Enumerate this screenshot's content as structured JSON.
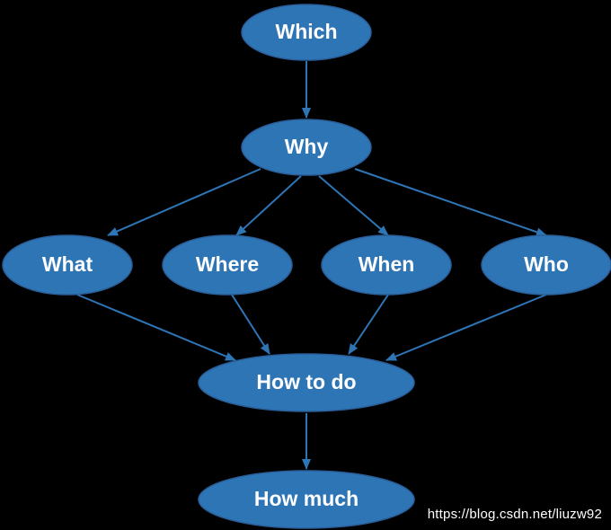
{
  "colors": {
    "background": "#000000",
    "node_fill": "#2e75b6",
    "edge": "#2e75b6",
    "label": "#ffffff"
  },
  "nodes": [
    {
      "id": "which",
      "label": "Which"
    },
    {
      "id": "why",
      "label": "Why"
    },
    {
      "id": "what",
      "label": "What"
    },
    {
      "id": "where",
      "label": "Where"
    },
    {
      "id": "when",
      "label": "When"
    },
    {
      "id": "who",
      "label": "Who"
    },
    {
      "id": "howtodo",
      "label": "How to do"
    },
    {
      "id": "howmuch",
      "label": "How much"
    }
  ],
  "edges": [
    {
      "from": "which",
      "to": "why"
    },
    {
      "from": "why",
      "to": "what"
    },
    {
      "from": "why",
      "to": "where"
    },
    {
      "from": "why",
      "to": "when"
    },
    {
      "from": "why",
      "to": "who"
    },
    {
      "from": "what",
      "to": "howtodo"
    },
    {
      "from": "where",
      "to": "howtodo"
    },
    {
      "from": "when",
      "to": "howtodo"
    },
    {
      "from": "who",
      "to": "howtodo"
    },
    {
      "from": "howtodo",
      "to": "howmuch"
    }
  ],
  "watermark": "https://blog.csdn.net/liuzw92"
}
